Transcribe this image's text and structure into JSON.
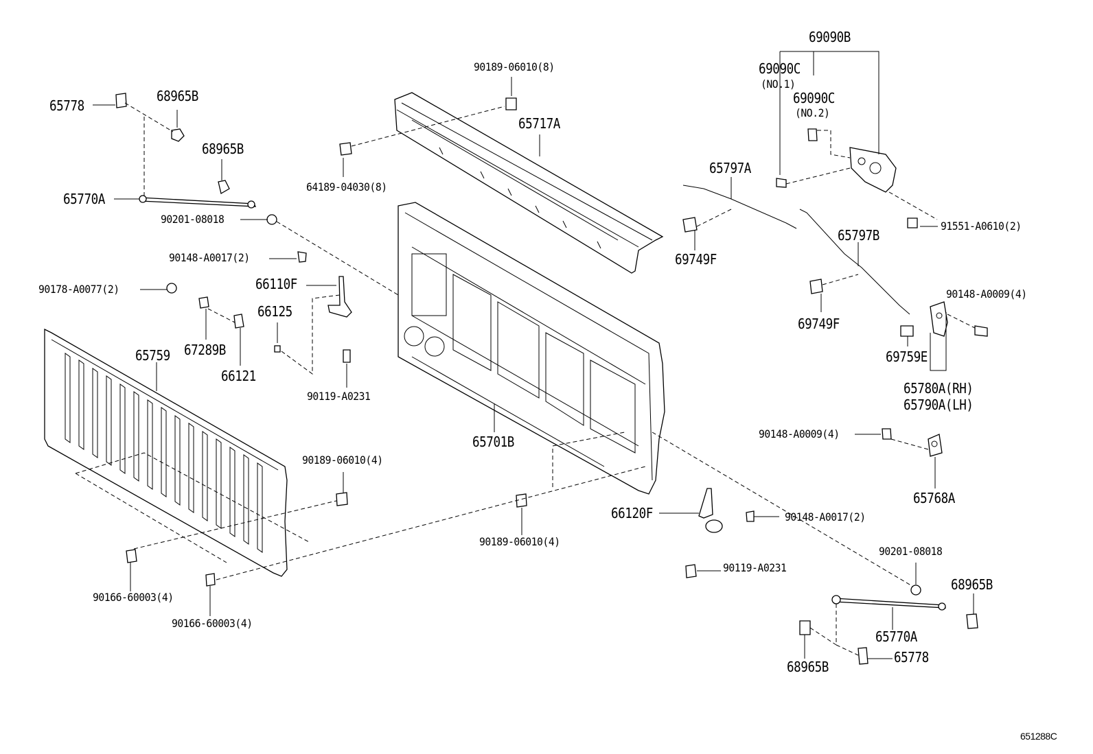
{
  "diagram_id": "651288C",
  "labels": {
    "l_69090B": "69090B",
    "l_69090C_1": "69090C",
    "l_no1": "(NO.1)",
    "l_69090C_2": "69090C",
    "l_no2": "(NO.2)",
    "l_90189_8": "90189-06010(8)",
    "l_65717A": "65717A",
    "l_64189": "64189-04030(8)",
    "l_65778_top": "65778",
    "l_68965B_a": "68965B",
    "l_68965B_b": "68965B",
    "l_65770A_top": "65770A",
    "l_90201_top": "90201-08018",
    "l_90148_17_top": "90148-A0017(2)",
    "l_90178": "90178-A0077(2)",
    "l_66110F": "66110F",
    "l_66125": "66125",
    "l_67289B": "67289B",
    "l_66121": "66121",
    "l_65759": "65759",
    "l_90119_left": "90119-A0231",
    "l_65701B": "65701B",
    "l_65797A": "65797A",
    "l_69749F_a": "69749F",
    "l_65797B": "65797B",
    "l_91551": "91551-A0610(2)",
    "l_69749F_b": "69749F",
    "l_90148_09_a": "90148-A0009(4)",
    "l_69759E": "69759E",
    "l_65780A": "65780A(RH)",
    "l_65790A": "65790A(LH)",
    "l_90148_09_b": "90148-A0009(4)",
    "l_65768A": "65768A",
    "l_90189_4_a": "90189-06010(4)",
    "l_90189_4_b": "90189-06010(4)",
    "l_66120F": "66120F",
    "l_90148_17_b": "90148-A0017(2)",
    "l_90119_right": "90119-A0231",
    "l_90201_bot": "90201-08018",
    "l_68965B_c": "68965B",
    "l_65770A_bot": "65770A",
    "l_65778_bot": "65778",
    "l_68965B_d": "68965B",
    "l_90166_a": "90166-60003(4)",
    "l_90166_b": "90166-60003(4)"
  }
}
